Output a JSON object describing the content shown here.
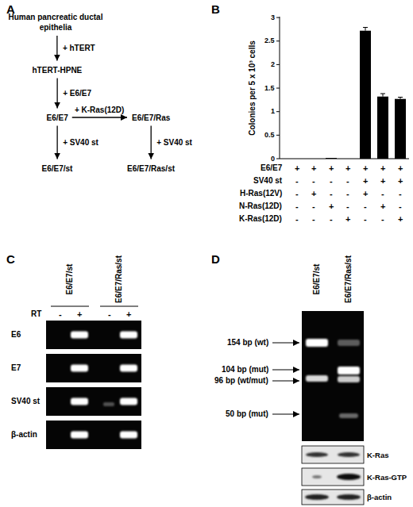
{
  "diagram": {
    "nodes": [
      {
        "text": [
          "Human pancreatic ductal epithelia"
        ]
      },
      {
        "text": [
          "hTERT-HPNE"
        ]
      },
      {
        "text": [
          "E6/E7"
        ]
      },
      {
        "text": [
          "E6/E7/Ras"
        ]
      },
      {
        "text": [
          "E6/E7/st"
        ]
      },
      {
        "text": [
          "E6/E7/Ras/st"
        ]
      }
    ],
    "edges": [
      {
        "from": 0,
        "to": 1,
        "arrow": "to",
        "label": "+ hTERT"
      },
      {
        "from": 1,
        "to": 2,
        "arrow": "to",
        "label": "+ E6/E7"
      },
      {
        "from": 2,
        "to": 3,
        "arrow": "to",
        "label": "+ K-Ras(12D)"
      },
      {
        "from": 2,
        "to": 4,
        "arrow": "to",
        "label": "+ SV40 st"
      },
      {
        "from": 3,
        "to": 5,
        "arrow": "to",
        "label": "+ SV40 st"
      }
    ],
    "labels": [
      "A",
      "B",
      "Colonies per 5 x 10³ cells",
      "0",
      "0.5",
      "1",
      "1.5",
      "2",
      "2.5",
      "3",
      "E6/E7",
      "+",
      "+",
      "+",
      "+",
      "+",
      "+",
      "+",
      "SV40 st",
      "-",
      "-",
      "-",
      "-",
      "+",
      "+",
      "+",
      "H-Ras(12V)",
      "-",
      "+",
      "-",
      "-",
      "+",
      "-",
      "-",
      "N-Ras(12D)",
      "-",
      "-",
      "+",
      "-",
      "-",
      "+",
      "-",
      "K-Ras(12D)",
      "-",
      "-",
      "-",
      "+",
      "-",
      "-",
      "+",
      "C",
      "E6/E7/st",
      "E6/E7/Ras/st",
      "RT",
      "-",
      "+",
      "-",
      "+",
      "E6",
      "E7",
      "SV40 st",
      "β-actin",
      "D",
      "E6/E7/st",
      "E6/E7/Ras/st",
      "154 bp (wt)",
      "104 bp (mut)",
      "96 bp (wt/mut)",
      "50 bp (mut)",
      "K-Ras",
      "K-Ras-GTP",
      "β-actin"
    ]
  }
}
